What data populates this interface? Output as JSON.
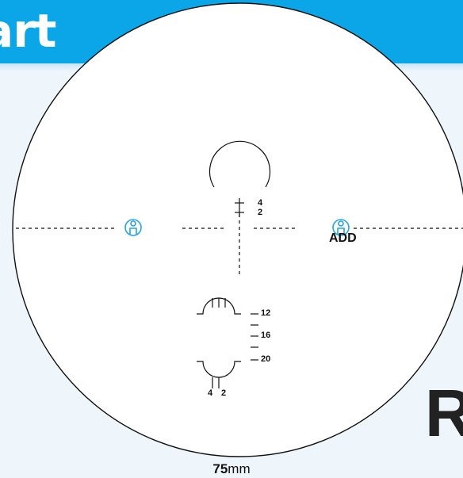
{
  "header": {
    "title": "art",
    "band_color": "#0aa6e8",
    "icon_color": "#2aa3d8"
  },
  "near_marks": {
    "top": "4",
    "bottom": "2"
  },
  "add_label": "ADD",
  "side_scale": {
    "labels": [
      "12",
      "16",
      "20"
    ]
  },
  "bottom_marks": {
    "left": "4",
    "right": "2"
  },
  "corner_letter": "R",
  "diameter": {
    "value": "75",
    "unit": "mm"
  },
  "icons": [
    "person-marker-icon",
    "person-marker-icon"
  ]
}
